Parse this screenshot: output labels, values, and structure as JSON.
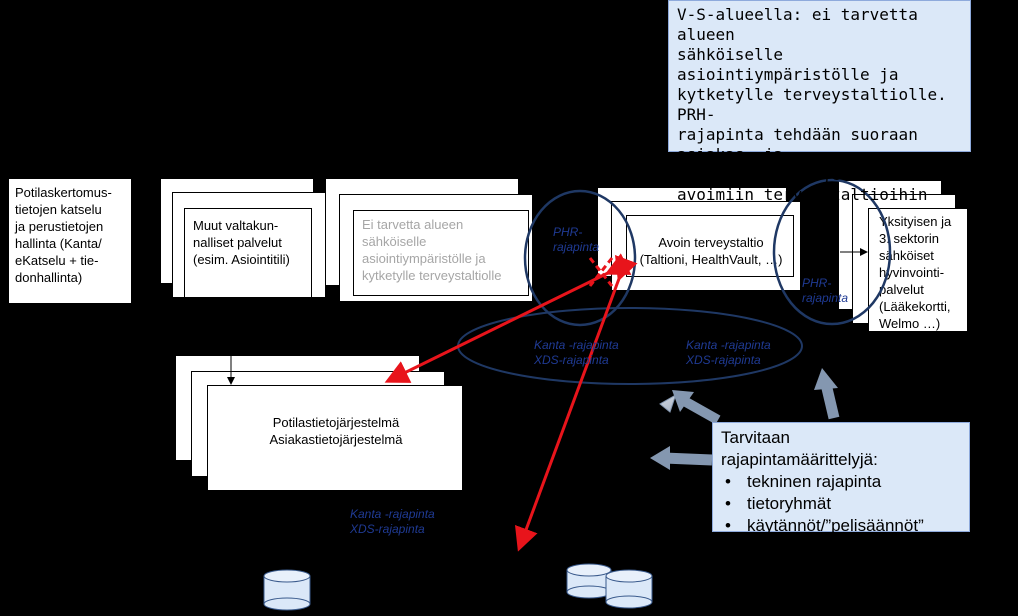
{
  "diagram": {
    "patient_record_box": "Potilaskertomus-\ntietojen katselu\nja perustietojen\nhallinta (Kanta/\neKatselu + tie-\ndonhallinta)",
    "national_services_box": "Muut valtakun-\nnalliset palvelut\n(esim. Asiointitili)",
    "regional_box": "Ei tarvetta alueen\nsähköiselle\nasiointiympäristölle ja\nkytketylle terveystaltiolle",
    "open_health_box": "Avoin terveystaltio\n(Taltioni, HealthVault, …)",
    "private_sector_box": "Yksityisen ja\n3. sektorin\nsähköiset\nhyvinvointi-\npalvelut\n(Lääkekortti,\nWelmo …)",
    "his_box_line1": "Potilastietojärjestelmä",
    "his_box_line2": "Asiakastietojärjestelmä",
    "phr_label_left": "PHR-\nrajapinta",
    "phr_label_right": "PHR-\nrajapinta",
    "kanta_label_1": "Kanta -rajapinta\nXDS-rajapinta",
    "kanta_label_2": "Kanta -rajapinta\nXDS-rajapinta",
    "kanta_label_3": "Kanta -rajapinta\nXDS-rajapinta",
    "note": "V-S-alueella: ei tarvetta alueen\nsähköiselle asiointiympäristölle ja\nkytketylle terveystaltiolle. PRH-\nrajapinta tehdään suoraan\nasiakas- ja\npotilastietojärjestelmistä\navoimiin terveystaltioihin",
    "requirements_title": "Tarvitaan\nrajapintamäärittelyjä:",
    "requirements": [
      "tekninen rajapinta",
      "tietoryhmät",
      "käytännöt/”pelisäännöt”"
    ]
  },
  "colors": {
    "background": "#000000",
    "callout_fill": "#dbe8f8",
    "red_arrow": "#e8141b",
    "ellipse_stroke": "#1f3864",
    "grey_arrow": "#8497b0"
  },
  "icons": [
    "database-icon",
    "database-icon",
    "database-icon"
  ]
}
